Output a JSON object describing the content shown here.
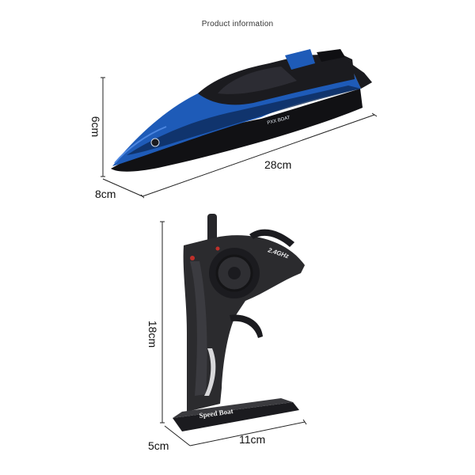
{
  "header": {
    "title": "Product information"
  },
  "boat": {
    "height_label": "6cm",
    "length_label": "28cm",
    "width_label": "8cm",
    "hull_text": "PXX BOAT",
    "colors": {
      "hull": "#1e5bb8",
      "deck": "#1b1b1f"
    }
  },
  "controller": {
    "height_label": "18cm",
    "depth_label": "5cm",
    "width_label": "11cm",
    "frequency_text": "2.4GHz",
    "base_text": "Speed Boat",
    "colors": {
      "body": "#2b2b2e"
    }
  }
}
